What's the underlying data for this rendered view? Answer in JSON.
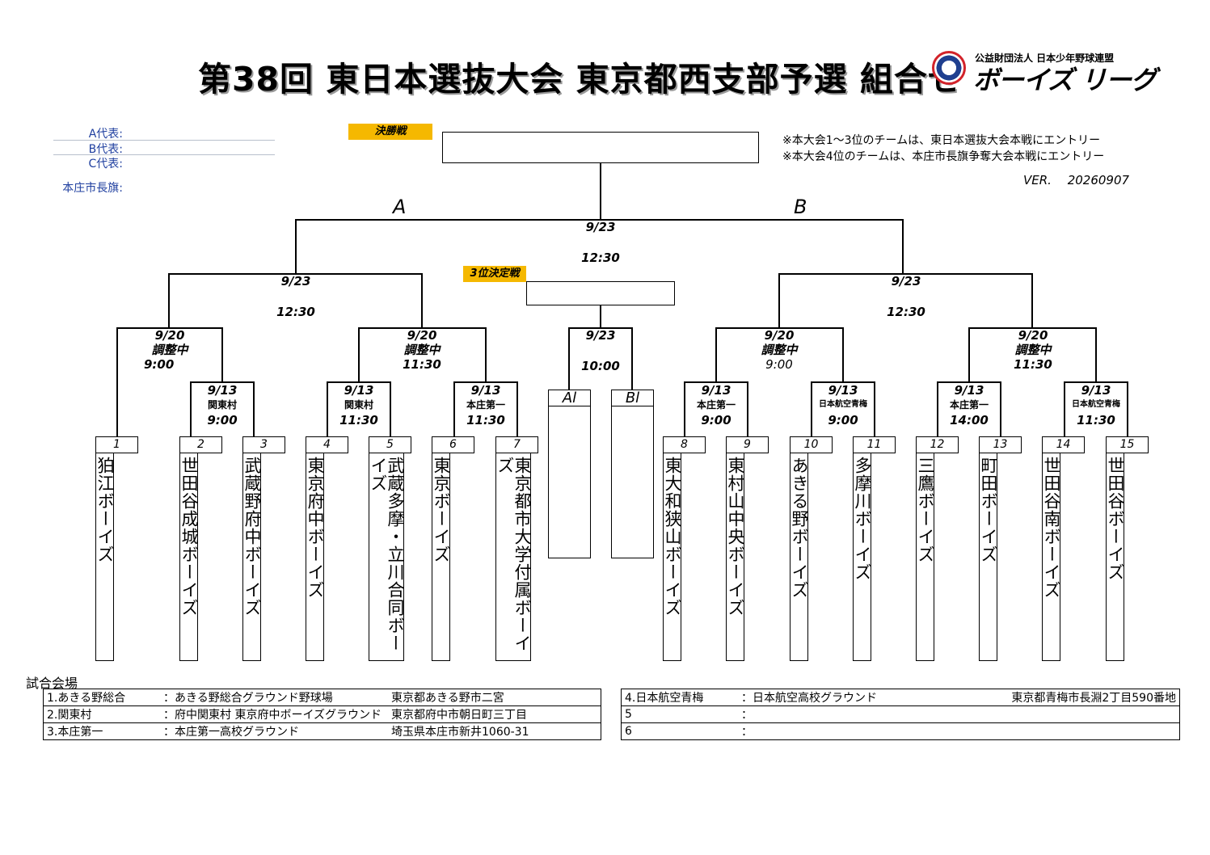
{
  "title": "第38回 東日本選抜大会 東京都西支部予選 組合せ",
  "logo": {
    "org": "公益財団法人 日本少年野球連盟",
    "league": "ボーイズ リーグ"
  },
  "representatives": [
    "A代表:",
    "B代表:",
    "C代表:",
    "本庄市長旗:"
  ],
  "final_label": "決勝戦",
  "third_place_label": "3位決定戦",
  "notes": [
    "※本大会1～3位のチームは、東日本選抜大会本戦にエントリー",
    "※本大会4位のチームは、本庄市長旗争奪大会本戦にエントリー"
  ],
  "version": "VER.　 20260907",
  "sides": {
    "a": "A",
    "b": "B"
  },
  "slots": {
    "a": "Al",
    "b": "Bl"
  },
  "matches": {
    "final": {
      "date": "9/23",
      "time": "12:30"
    },
    "semi_a": {
      "date": "9/23",
      "time": "12:30"
    },
    "semi_b": {
      "date": "9/23",
      "time": "12:30"
    },
    "third": {
      "date": "9/23",
      "time": "10:00"
    },
    "qf1": {
      "date": "9/20",
      "venue": "調整中",
      "time": "9:00"
    },
    "qf2": {
      "date": "9/20",
      "venue": "調整中",
      "time": "11:30"
    },
    "qf3": {
      "date": "9/20",
      "venue": "調整中",
      "time": "9:00"
    },
    "qf4": {
      "date": "9/20",
      "venue": "調整中",
      "time": "11:30"
    },
    "r1_1": {
      "date": "9/13",
      "venue": "関東村",
      "time": "9:00"
    },
    "r1_2": {
      "date": "9/13",
      "venue": "関東村",
      "time": "11:30"
    },
    "r1_3": {
      "date": "9/13",
      "venue": "本庄第一",
      "time": "11:30"
    },
    "r1_4": {
      "date": "9/13",
      "venue": "本庄第一",
      "time": "9:00"
    },
    "r1_5": {
      "date": "9/13",
      "venue": "日本航空青梅",
      "time": "9:00"
    },
    "r1_6": {
      "date": "9/13",
      "venue": "本庄第一",
      "time": "14:00"
    },
    "r1_7": {
      "date": "9/13",
      "venue": "日本航空青梅",
      "time": "11:30"
    }
  },
  "teams": [
    {
      "num": "1",
      "name": "狛江ボーイズ"
    },
    {
      "num": "2",
      "name": "世田谷成城ボーイズ"
    },
    {
      "num": "3",
      "name": "武蔵野府中ボーイズ"
    },
    {
      "num": "4",
      "name": "東京府中ボーイズ"
    },
    {
      "num": "5",
      "name": "武蔵多摩・立川合同ボーイズ"
    },
    {
      "num": "6",
      "name": "東京ボーイズ"
    },
    {
      "num": "7",
      "name": "東京都市大学付属ボーイズ"
    },
    {
      "num": "8",
      "name": "東大和狭山ボーイズ"
    },
    {
      "num": "9",
      "name": "東村山中央ボーイズ"
    },
    {
      "num": "10",
      "name": "あきる野ボーイズ"
    },
    {
      "num": "11",
      "name": "多摩川ボーイズ"
    },
    {
      "num": "12",
      "name": "三鷹ボーイズ"
    },
    {
      "num": "13",
      "name": "町田ボーイズ"
    },
    {
      "num": "14",
      "name": "世田谷南ボーイズ"
    },
    {
      "num": "15",
      "name": "世田谷ボーイズ"
    }
  ],
  "venues_title": "試合会場",
  "venues_left": [
    {
      "name": "1.あきる野総合",
      "ground": "：あきる野総合グラウンド野球場",
      "address": "東京都あきる野市二宮"
    },
    {
      "name": "2.関東村",
      "ground": "：府中関東村 東京府中ボーイズグラウンド",
      "address": "東京都府中市朝日町三丁目"
    },
    {
      "name": "3.本庄第一",
      "ground": "：本庄第一高校グラウンド",
      "address": "埼玉県本庄市新井1060-31"
    }
  ],
  "venues_right": [
    {
      "name": "4.日本航空青梅",
      "ground": "：日本航空高校グラウンド",
      "address": "東京都青梅市長淵2丁目590番地"
    },
    {
      "name": "5",
      "ground": "：",
      "address": ""
    },
    {
      "name": "6",
      "ground": "：",
      "address": ""
    }
  ]
}
